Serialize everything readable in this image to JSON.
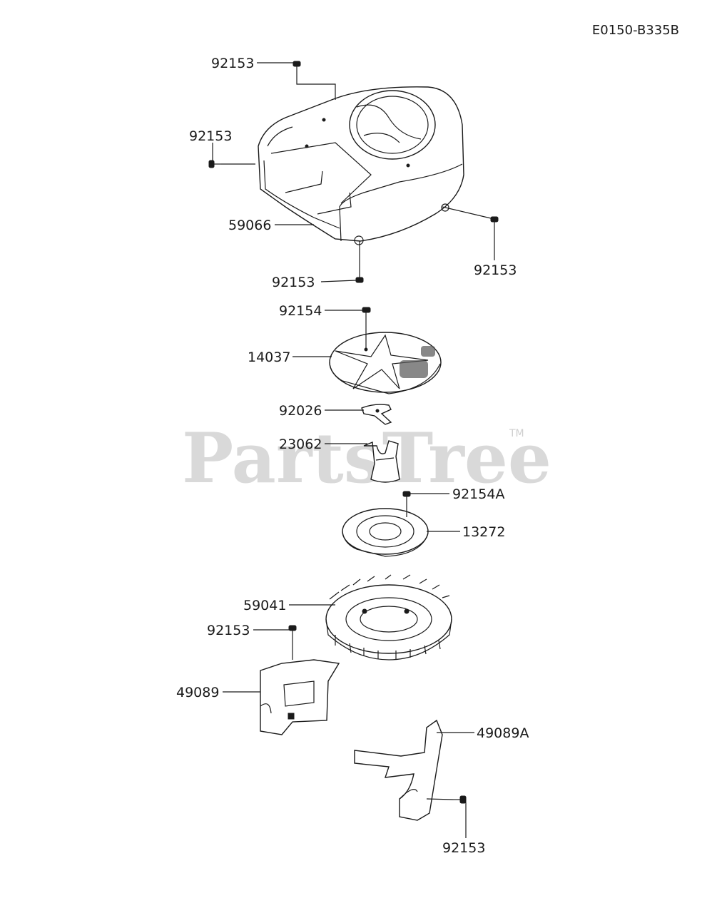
{
  "diagram_code": "E0150-B335B",
  "watermark": {
    "text": "PartsTree",
    "tm": "TM"
  },
  "labels": {
    "l_92153_top": "92153",
    "l_92153_left": "92153",
    "l_59066": "59066",
    "l_92153_right": "92153",
    "l_92153_bottom": "92153",
    "l_92154": "92154",
    "l_14037": "14037",
    "l_92026": "92026",
    "l_23062": "23062",
    "l_92154A": "92154A",
    "l_13272": "13272",
    "l_59041": "59041",
    "l_92153_mid": "92153",
    "l_49089": "49089",
    "l_49089A": "49089A",
    "l_92153_last": "92153"
  }
}
